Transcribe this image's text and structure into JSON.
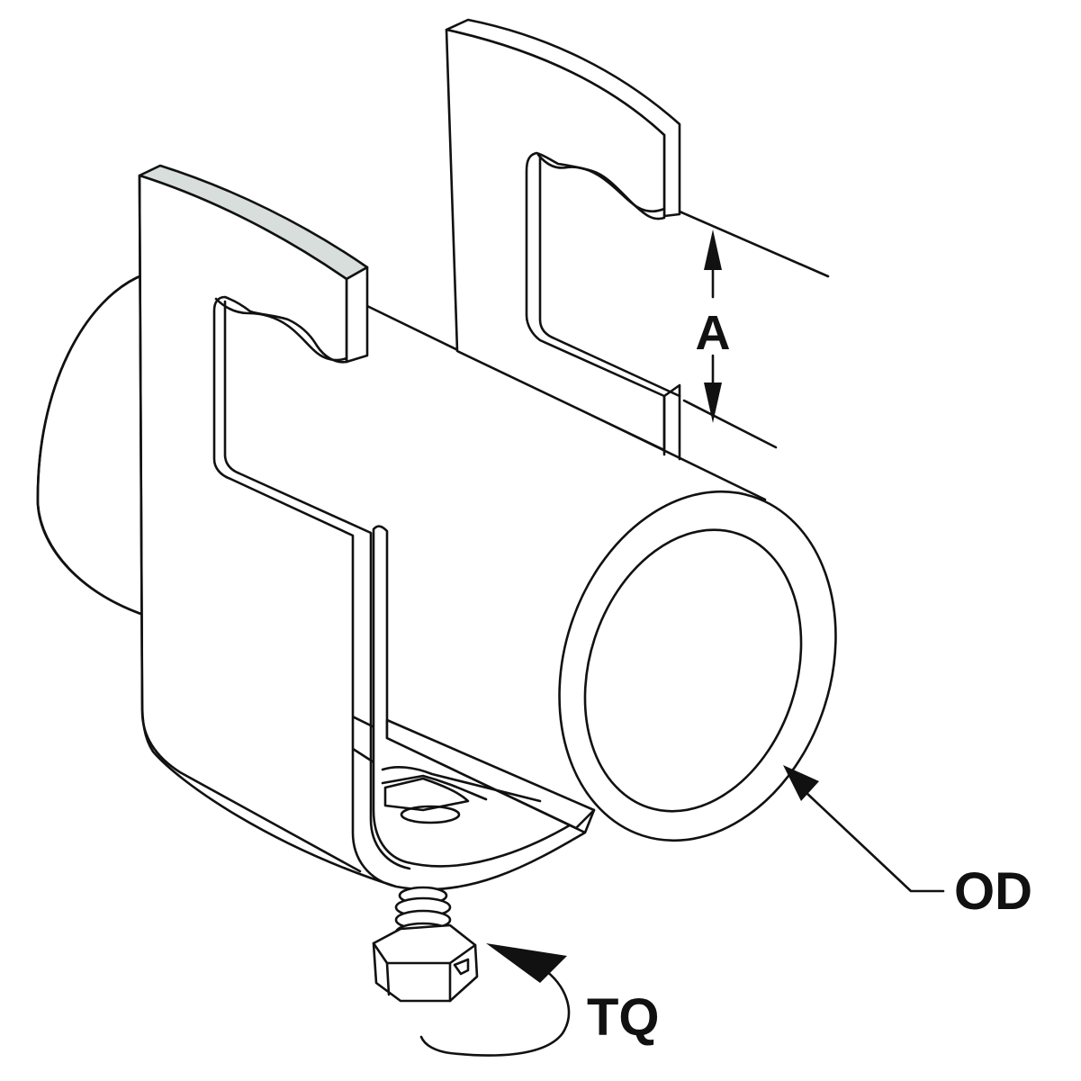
{
  "labels": {
    "a": "A",
    "od": "OD",
    "tq": "TQ"
  },
  "colors": {
    "line": "#111111",
    "background": "#ffffff",
    "edge_highlight": "#d7dedb"
  },
  "icons": {
    "torque_arrow": "curved-arrow-icon",
    "dimension_arrow": "double-arrow-icon",
    "leader_arrow": "arrow-icon"
  }
}
